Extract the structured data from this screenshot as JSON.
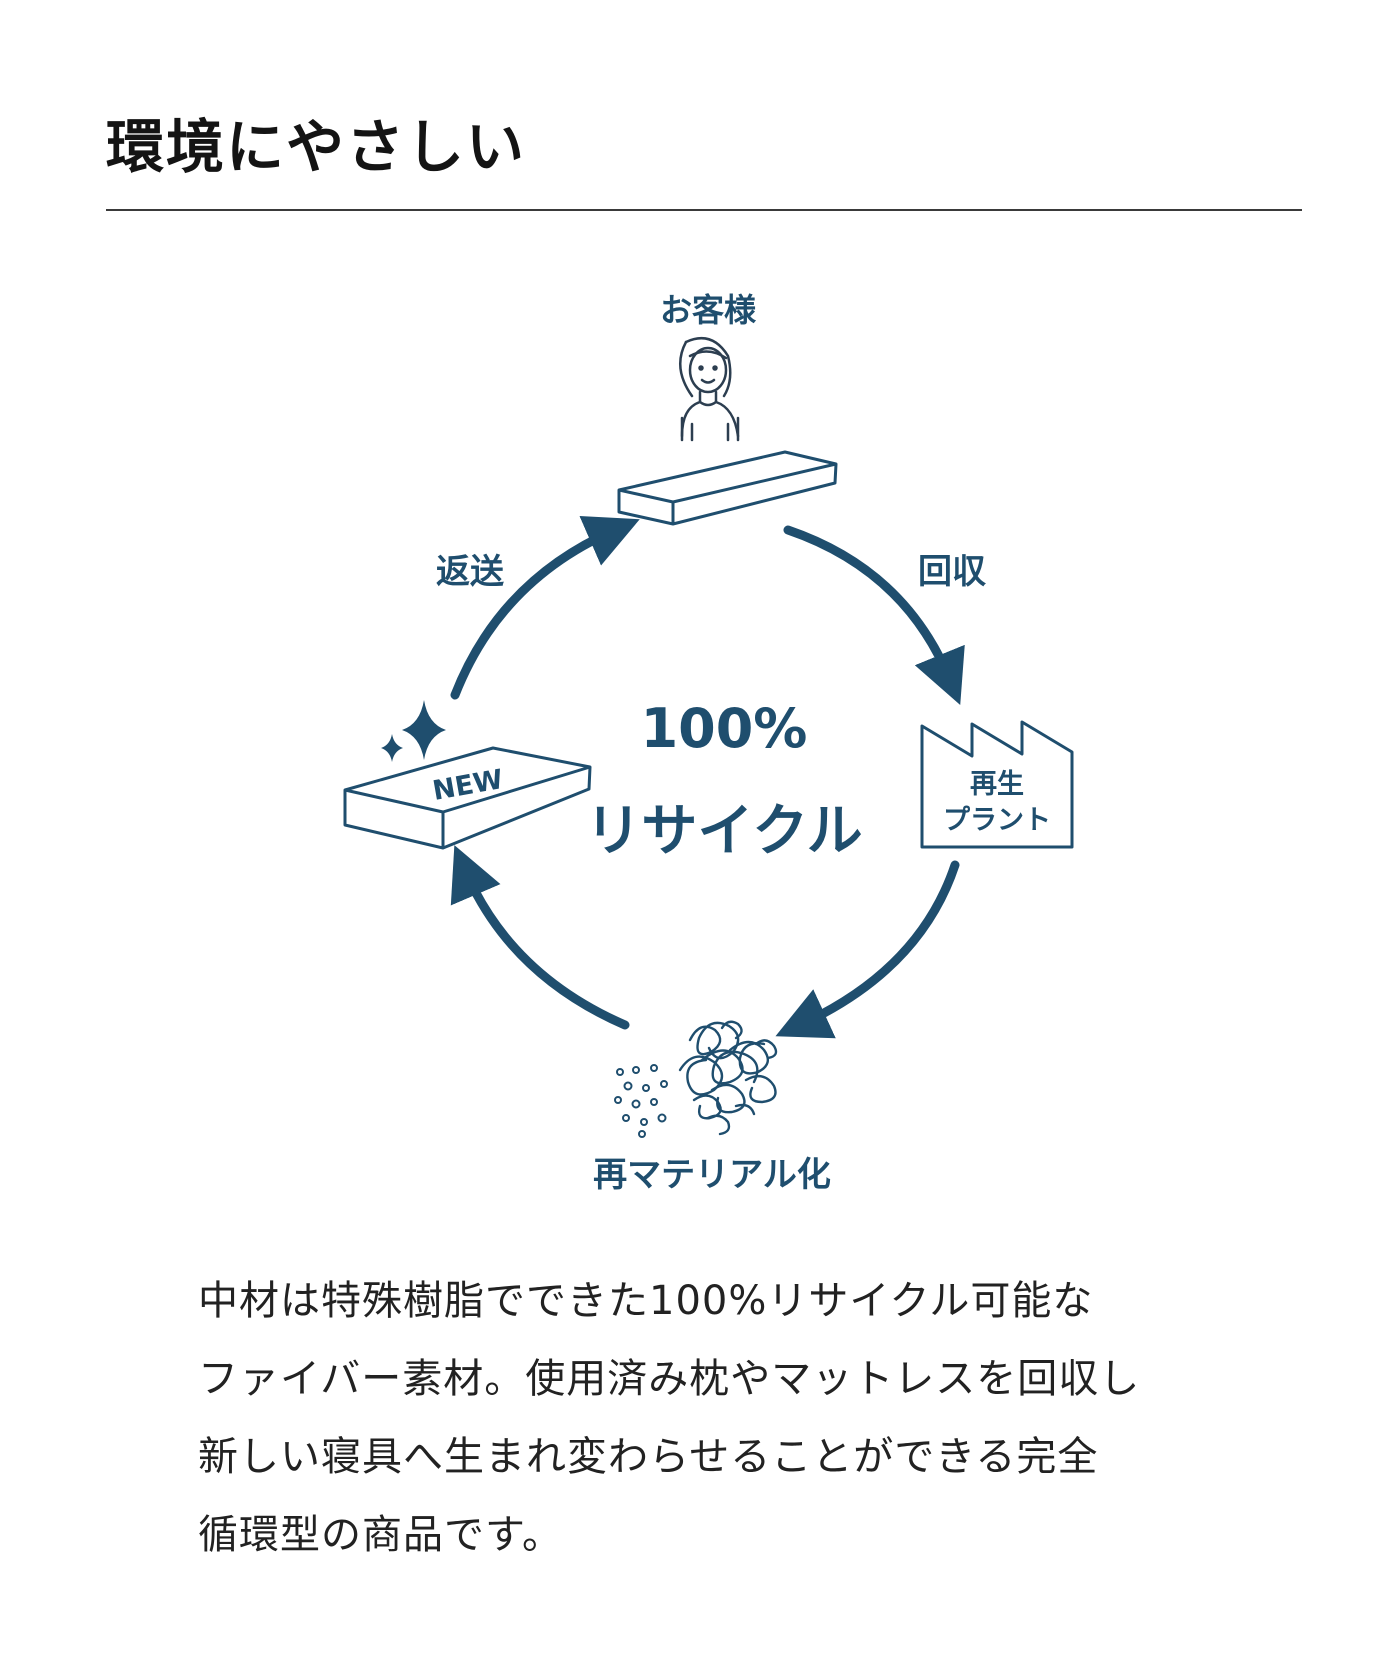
{
  "section": {
    "title": "環境にやさしい"
  },
  "diagram": {
    "center_value": "100%",
    "center_label": "リサイクル",
    "customer_label": "お客様",
    "collect_label": "回収",
    "plant_label_1": "再生",
    "plant_label_2": "プラント",
    "rematerial_label": "再マテリアル化",
    "new_label": "NEW",
    "return_label": "返送",
    "accent_color": "#1f4e6e"
  },
  "description": {
    "lines": [
      "中材は特殊樹脂でできた100%リサイクル可能な",
      "ファイバー素材。使用済み枕やマットレスを回収し",
      "新しい寝具へ生まれ変わらせることができる完全",
      "循環型の商品です。"
    ]
  }
}
